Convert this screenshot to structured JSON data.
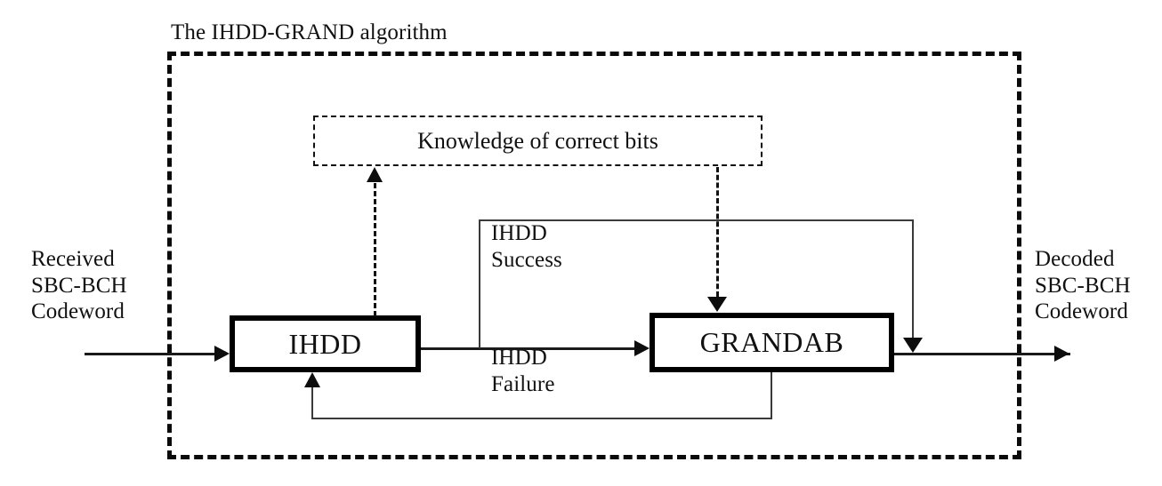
{
  "diagram": {
    "title": "The IHDD-GRAND algorithm",
    "outer_container_label": "The IHDD-GRAND algorithm",
    "blocks": {
      "ihdd": "IHDD",
      "grandab": "GRANDAB",
      "knowledge": "Knowledge of correct bits"
    },
    "io_labels": {
      "input": "Received\nSBC-BCH\nCodeword",
      "output": "Decoded\nSBC-BCH\nCodeword"
    },
    "edge_labels": {
      "success": "IHDD\nSuccess",
      "failure": "IHDD\nFailure"
    },
    "colors": {
      "stroke": "#000000",
      "line": "#3a3a3a",
      "text": "#111111",
      "background": "#ffffff"
    }
  }
}
